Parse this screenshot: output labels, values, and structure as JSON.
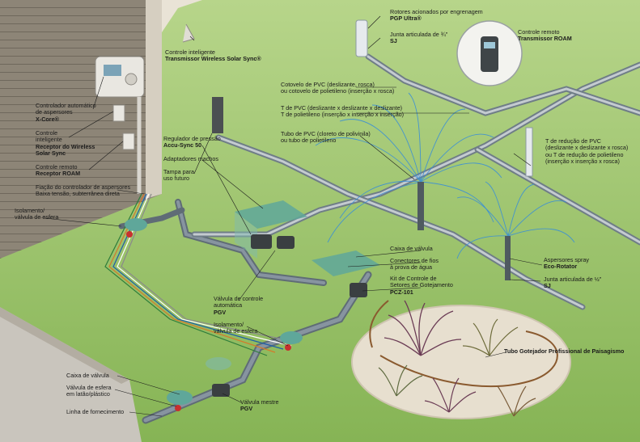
{
  "labels": {
    "rotores": {
      "line1": "Rotores acionados por engrenagem",
      "line2": "PGP Ultra®"
    },
    "junta34": {
      "line1": "Junta articulada de ¾\"",
      "line2": "SJ"
    },
    "remoto_tr": {
      "line1": "Controle remoto",
      "line2": "Transmissor ROAM"
    },
    "inteligente": {
      "line1": "Controle inteligente",
      "line2": "Transmissor Wireless Solar Sync®"
    },
    "cotovelo": {
      "line1": "Cotovelo de PVC (deslizante, rosca)",
      "line2": "ou cotovelo de polietileno (inserção x rosca)"
    },
    "tpvc": {
      "line1": "T de PVC (deslizante x deslizante x deslizante)",
      "line2": "T de polietileno (inserção x inserção x inserção)"
    },
    "tubo": {
      "line1": "Tubo de PVC (cloreto de polivinila)",
      "line2": "ou tubo de polietileno"
    },
    "controlador": {
      "line1": "Controlador automático",
      "line2": "de aspersores",
      "line3": "X-Core®"
    },
    "receptor": {
      "line1": "Controle",
      "line2": "inteligente",
      "line3": "Receptor do Wireless",
      "line4": "Solar Sync"
    },
    "remoto_rx": {
      "line1": "Controle remoto",
      "line2": "Receptor ROAM"
    },
    "fiacao": {
      "line1": "Fiação do controlador de aspersores",
      "line2": "Baixa tensão, subterrânea direta"
    },
    "regulador": {
      "line1": "Regulador de pressão",
      "line2": "Accu-Sync 50"
    },
    "adaptadores": {
      "line1": "Adaptadores machos"
    },
    "tampa": {
      "line1": "Tampa para",
      "line2": "uso futuro"
    },
    "isolamento1": {
      "line1": "Isolamento/",
      "line2": "válvula de esfera"
    },
    "treducao": {
      "line1": "T de redução de PVC",
      "line2": "(deslizante x deslizante x rosca)",
      "line3": "ou T de redução de polietileno",
      "line4": "(inserção x inserção x rosca)"
    },
    "caixa1": {
      "line1": "Caixa de válvula"
    },
    "conectores": {
      "line1": "Conectores de fios",
      "line2": "à prova de água"
    },
    "kit": {
      "line1": "Kit de Controle de",
      "line2": "Setores de Gotejamento",
      "line3": "PCZ-101"
    },
    "spray": {
      "line1": "Aspersores spray",
      "line2": "Eco-Rotator"
    },
    "junta12": {
      "line1": "Junta articulada de ½\"",
      "line2": "SJ"
    },
    "valvula_auto": {
      "line1": "Válvula de controle",
      "line2": "automática",
      "line3": "PGV"
    },
    "isolamento2": {
      "line1": "Isolamento/",
      "line2": "válvula de esfera"
    },
    "gotejador": {
      "line1": "Tubo Gotejador Profissional de Paisagismo"
    },
    "caixa2": {
      "line1": "Caixa de válvula"
    },
    "esfera": {
      "line1": "Válvula de esfera",
      "line2": "em latão/plástico"
    },
    "fornecimento": {
      "line1": "Linha de fornecimento"
    },
    "mestre": {
      "line1": "Válvula mestre",
      "line2": "PGV"
    }
  },
  "colors": {
    "grass": "#9cc36a",
    "grass_light": "#b9d88a",
    "house": "#c9c2b4",
    "siding": "#9a9082",
    "pipe": "#6f7d87",
    "pipe_light": "#c4cbd0",
    "water": "#3a8fd6",
    "box_lid": "#5fa79a",
    "mulch": "#e7dfcf"
  }
}
